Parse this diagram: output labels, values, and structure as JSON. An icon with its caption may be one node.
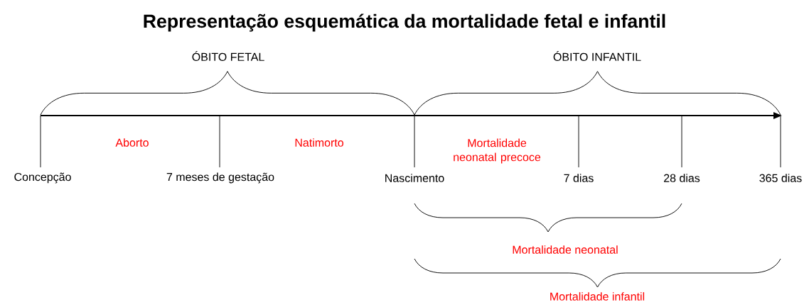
{
  "diagram": {
    "title": "Representação esquemática da mortalidade fetal e infantil",
    "labels": [
      "ÓBITO FETAL",
      "ÓBITO INFANTIL",
      "Aborto",
      "Natimorto",
      "Mortalidade neonatal precoce",
      "Concepção",
      "7 meses de gestação",
      "Nascimento",
      "7 dias",
      "28 dias",
      "365 dias",
      "Mortalidade neonatal",
      "Mortalidade infantil"
    ]
  }
}
